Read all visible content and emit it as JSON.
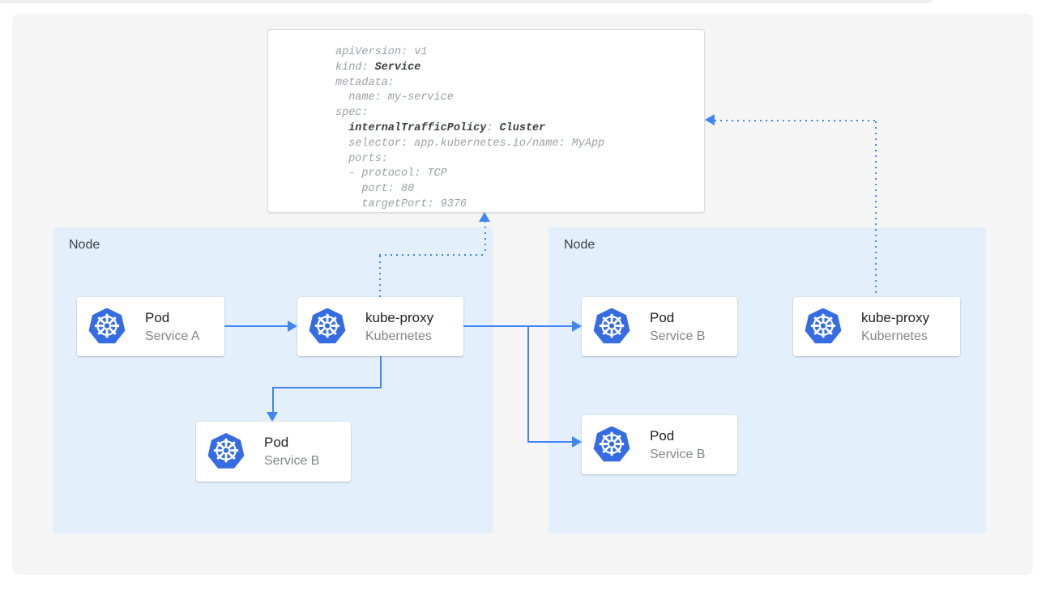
{
  "colors": {
    "accent_blue": "#4285f4",
    "k8s_icon_blue": "#356ce4",
    "node_fill": "#e3f0fc",
    "panel_bg": "#f5f5f5",
    "yaml_text": "#9aa0a6",
    "yaml_bold_text": "#3c4043",
    "card_title_text": "#212121",
    "card_subtitle_text": "#80868b"
  },
  "yaml_card": {
    "lines": [
      [
        {
          "t": "apiVersion: v1",
          "b": false
        }
      ],
      [
        {
          "t": "kind: ",
          "b": false
        },
        {
          "t": "Service",
          "b": true
        }
      ],
      [
        {
          "t": "metadata:",
          "b": false
        }
      ],
      [
        {
          "t": "  name: my-service",
          "b": false
        }
      ],
      [
        {
          "t": "spec:",
          "b": false
        }
      ],
      [
        {
          "t": "  ",
          "b": false
        },
        {
          "t": "internalTrafficPolicy",
          "b": true
        },
        {
          "t": ": ",
          "b": false
        },
        {
          "t": "Cluster",
          "b": true
        }
      ],
      [
        {
          "t": "  selector: app.kubernetes.io/name: MyApp",
          "b": false
        }
      ],
      [
        {
          "t": "  ports:",
          "b": false
        }
      ],
      [
        {
          "t": "  - protocol: TCP",
          "b": false
        }
      ],
      [
        {
          "t": "    port: 80",
          "b": false
        }
      ],
      [
        {
          "t": "    targetPort: 9376",
          "b": false
        }
      ]
    ]
  },
  "nodes": [
    {
      "label": "Node"
    },
    {
      "label": "Node"
    }
  ],
  "cards": [
    {
      "title": "Pod",
      "subtitle": "Service A"
    },
    {
      "title": "kube-proxy",
      "subtitle": "Kubernetes"
    },
    {
      "title": "Pod",
      "subtitle": "Service B"
    },
    {
      "title": "Pod",
      "subtitle": "Service B"
    },
    {
      "title": "Pod",
      "subtitle": "Service B"
    },
    {
      "title": "kube-proxy",
      "subtitle": "Kubernetes"
    }
  ],
  "icons": {
    "kubernetes_glyph": "☸"
  }
}
